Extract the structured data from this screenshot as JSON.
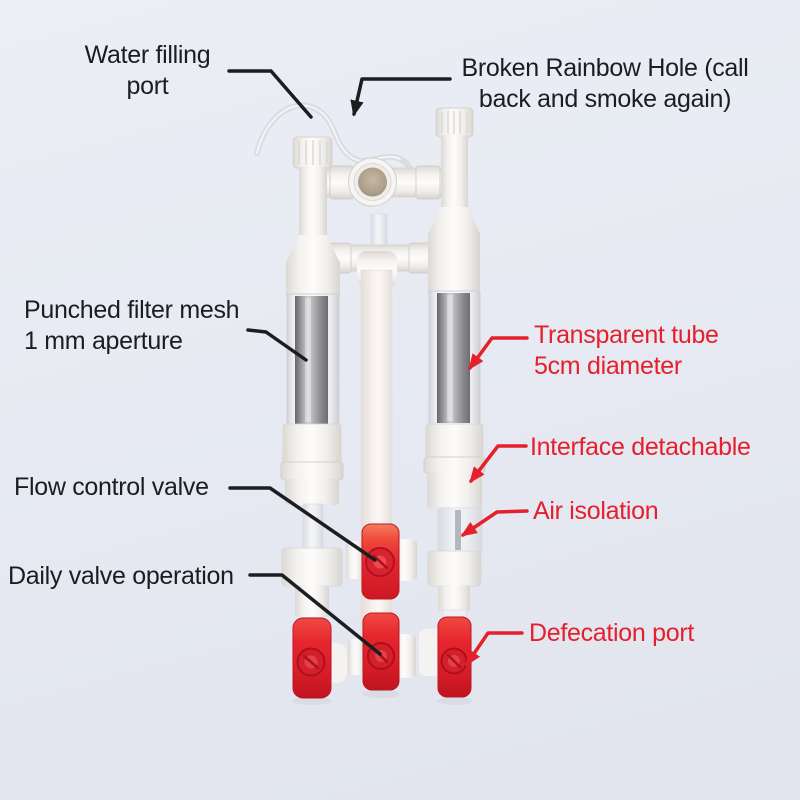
{
  "colors": {
    "background_top": "#ebeef5",
    "background_bottom": "#e1e4ed",
    "black_label": "#1d1d1f",
    "red_label": "#e5202d",
    "red_valve": "#e02430",
    "pipe_white": "#f4f2ef",
    "mesh_gray": "#8e8e92",
    "port_beige": "#b3a48f",
    "hose_gray": "#d9dce2"
  },
  "labels": {
    "water_filling_port": {
      "line1": "Water filling",
      "line2": "port"
    },
    "broken_rainbow_hole": {
      "line1": "Broken Rainbow Hole (call",
      "line2": "back and smoke again)"
    },
    "punched_filter_mesh": {
      "line1": "Punched filter mesh",
      "line2": "1 mm aperture"
    },
    "flow_control_valve": {
      "line1": "Flow control valve"
    },
    "daily_valve_operation": {
      "line1": "Daily valve operation"
    },
    "transparent_tube": {
      "line1": "Transparent tube",
      "line2": "5cm diameter"
    },
    "interface_detachable": {
      "line1": "Interface detachable"
    },
    "air_isolation": {
      "line1": "Air isolation"
    },
    "defecation_port": {
      "line1": "Defecation port"
    }
  }
}
